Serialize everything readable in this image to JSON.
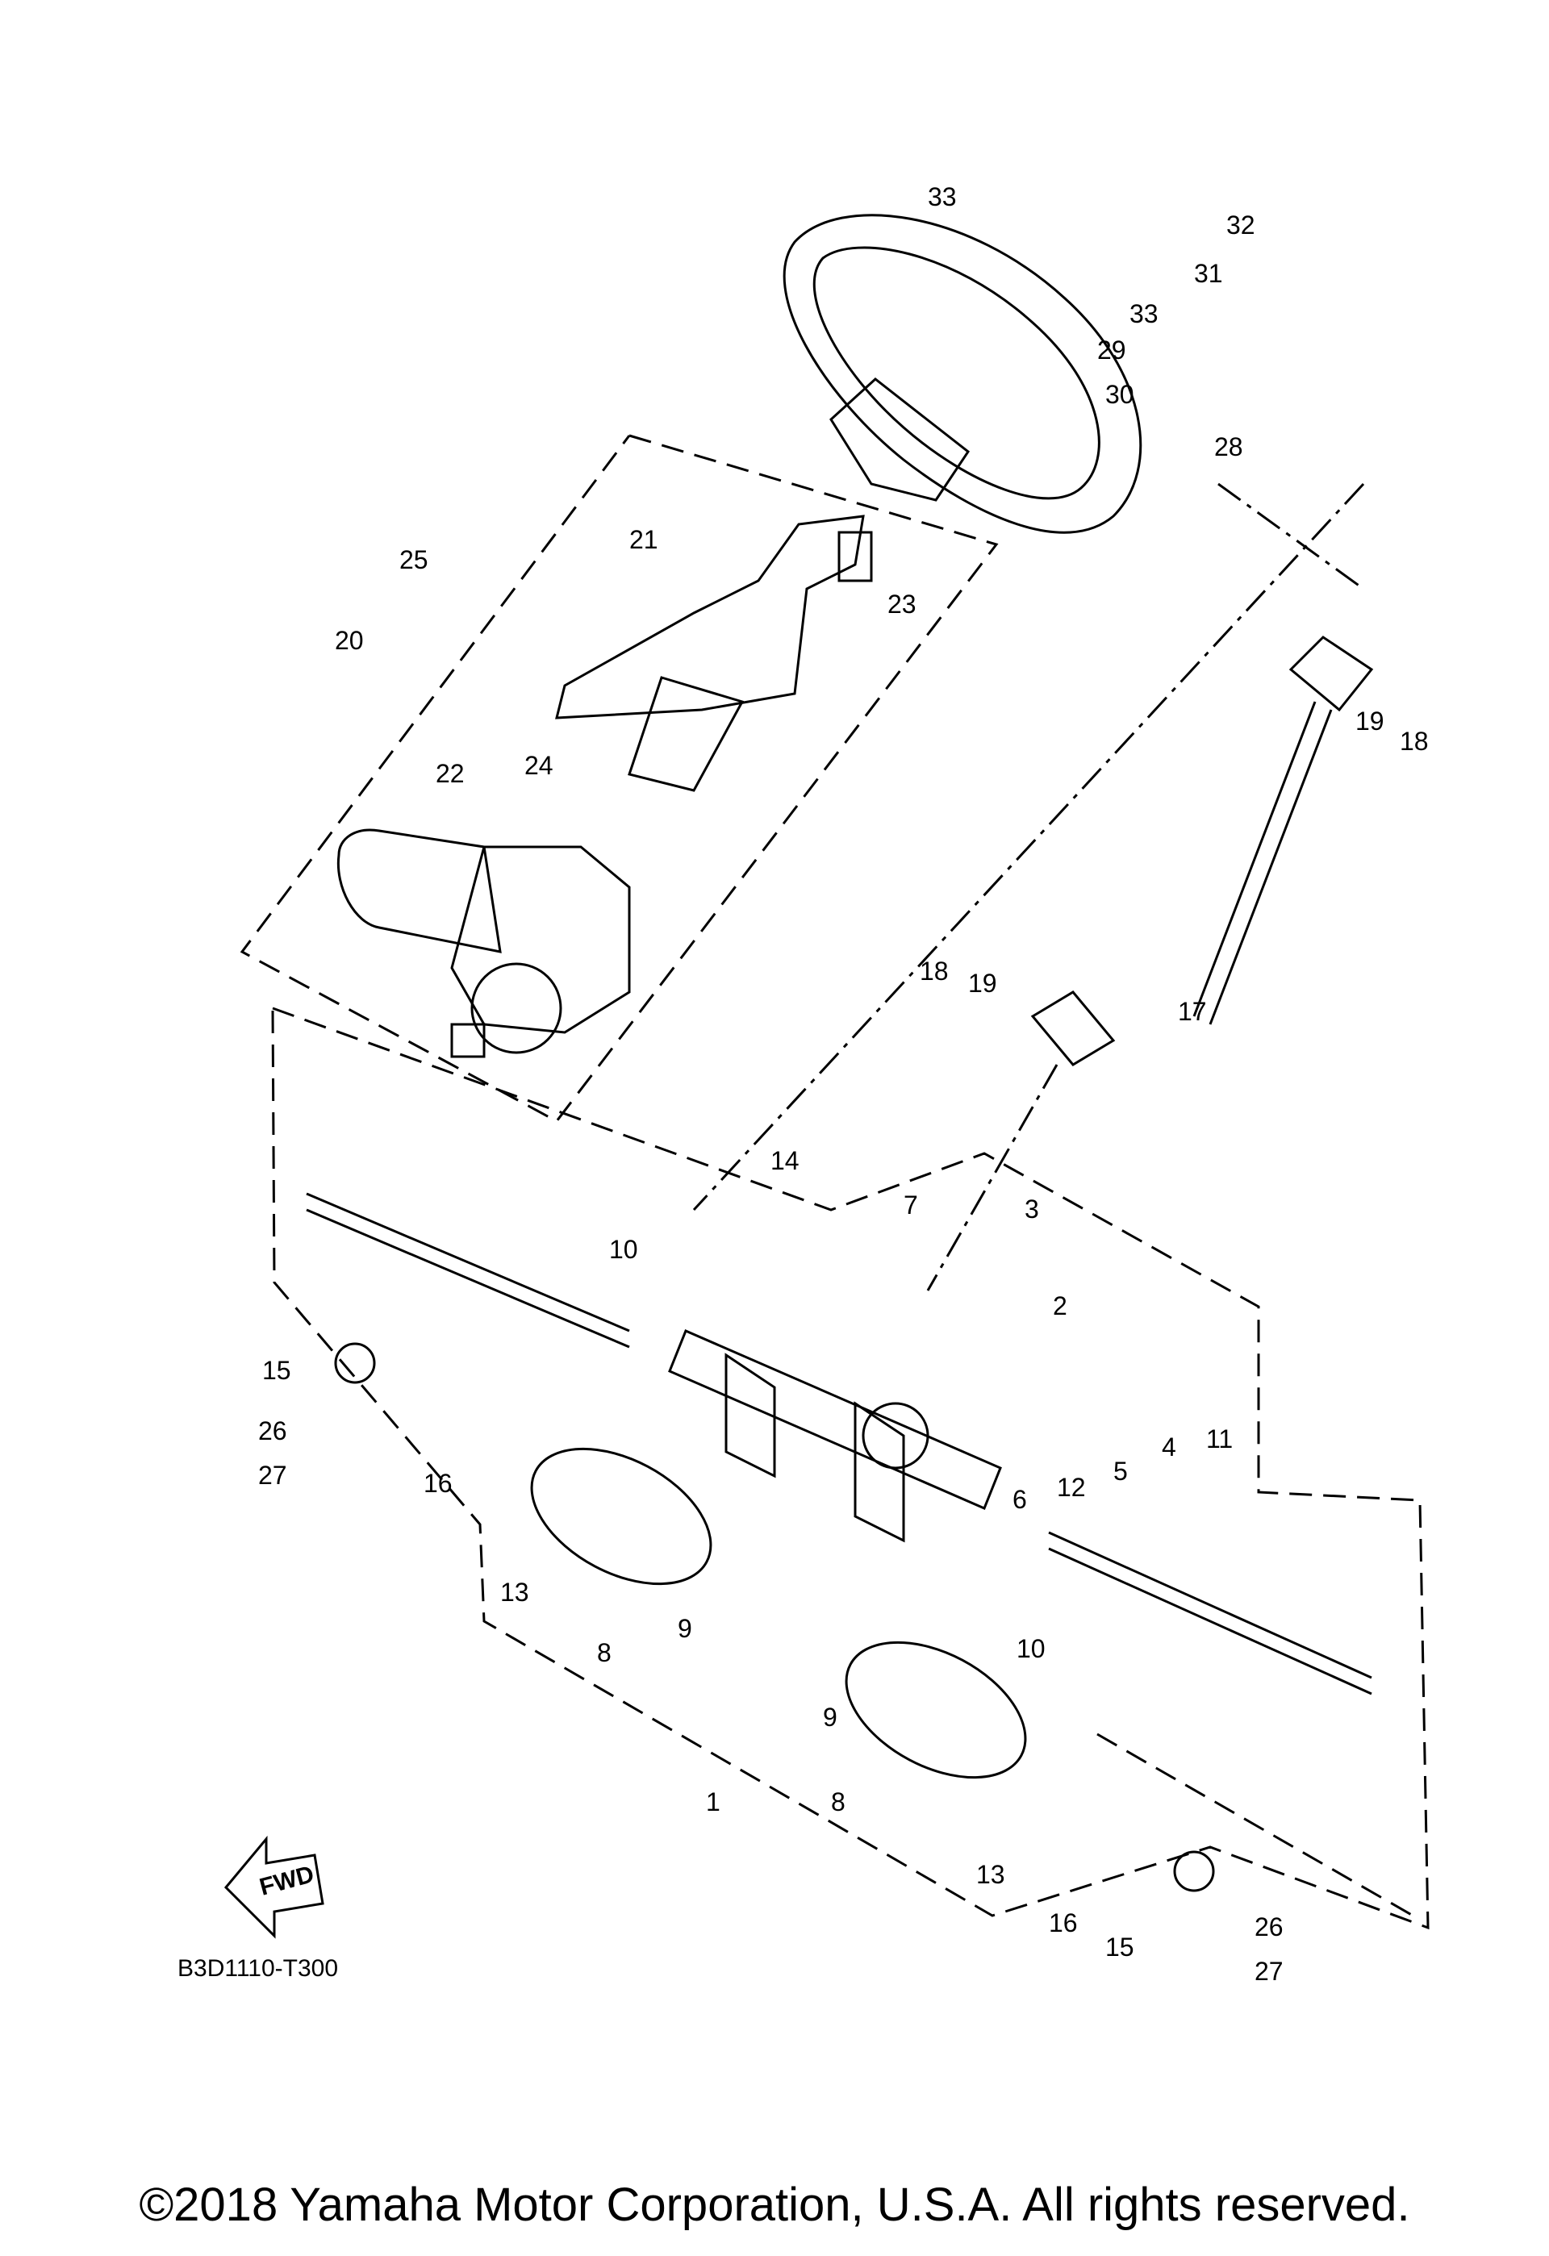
{
  "diagram": {
    "drawing_code": "B3D1110-T300",
    "fwd_label": "FWD",
    "copyright": "©2018 Yamaha Motor Corporation, U.S.A. All rights reserved.",
    "callouts": [
      "33",
      "32",
      "31",
      "33",
      "29",
      "30",
      "28",
      "25",
      "21",
      "23",
      "20",
      "19",
      "18",
      "24",
      "22",
      "18",
      "19",
      "17",
      "14",
      "7",
      "3",
      "10",
      "2",
      "15",
      "26",
      "27",
      "16",
      "13",
      "11",
      "4",
      "5",
      "12",
      "6",
      "8",
      "9",
      "10",
      "9",
      "1",
      "8",
      "13",
      "16",
      "15",
      "26",
      "27"
    ]
  }
}
